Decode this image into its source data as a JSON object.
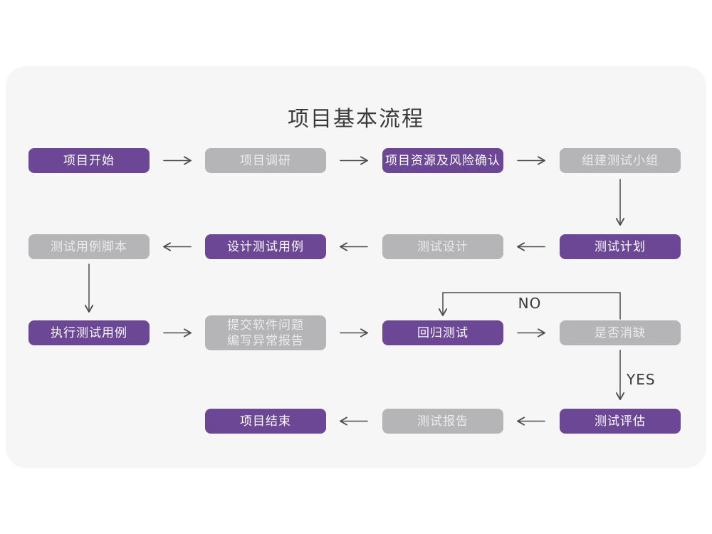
{
  "title": "项目基本流程",
  "colors": {
    "accent_purple": "#6c4796",
    "node_gray": "#b5b4b6",
    "card_background": "#f6f6f7",
    "line": "#4c4c4e"
  },
  "nodes": [
    {
      "id": "project-start",
      "label": "项目开始",
      "variant": "purple"
    },
    {
      "id": "project-research",
      "label": "项目调研",
      "variant": "gray"
    },
    {
      "id": "resource-risk",
      "label": "项目资源及风险确认",
      "variant": "purple"
    },
    {
      "id": "build-test-team",
      "label": "组建测试小组",
      "variant": "gray"
    },
    {
      "id": "case-script",
      "label": "测试用例脚本",
      "variant": "gray"
    },
    {
      "id": "design-case",
      "label": "设计测试用例",
      "variant": "purple"
    },
    {
      "id": "test-design",
      "label": "测试设计",
      "variant": "gray"
    },
    {
      "id": "test-plan",
      "label": "测试计划",
      "variant": "purple"
    },
    {
      "id": "execute-case",
      "label": "执行测试用例",
      "variant": "purple"
    },
    {
      "id": "submit-issue",
      "label": "提交软件问题\n编写异常报告",
      "variant": "gray"
    },
    {
      "id": "regression-test",
      "label": "回归测试",
      "variant": "purple"
    },
    {
      "id": "defect-cleared",
      "label": "是否消缺",
      "variant": "gray"
    },
    {
      "id": "test-evaluate",
      "label": "测试评估",
      "variant": "purple"
    },
    {
      "id": "test-report",
      "label": "测试报告",
      "variant": "gray"
    },
    {
      "id": "project-end",
      "label": "项目结束",
      "variant": "purple"
    }
  ],
  "edges": [
    {
      "from": "project-start",
      "to": "project-research"
    },
    {
      "from": "project-research",
      "to": "resource-risk"
    },
    {
      "from": "resource-risk",
      "to": "build-test-team"
    },
    {
      "from": "build-test-team",
      "to": "test-plan"
    },
    {
      "from": "test-plan",
      "to": "test-design"
    },
    {
      "from": "test-design",
      "to": "design-case"
    },
    {
      "from": "design-case",
      "to": "case-script"
    },
    {
      "from": "case-script",
      "to": "execute-case"
    },
    {
      "from": "execute-case",
      "to": "submit-issue"
    },
    {
      "from": "submit-issue",
      "to": "regression-test"
    },
    {
      "from": "regression-test",
      "to": "defect-cleared"
    },
    {
      "from": "defect-cleared",
      "to": "regression-test",
      "label": "NO"
    },
    {
      "from": "defect-cleared",
      "to": "test-evaluate",
      "label": "YES"
    },
    {
      "from": "test-evaluate",
      "to": "test-report"
    },
    {
      "from": "test-report",
      "to": "project-end"
    }
  ],
  "edge_labels": {
    "no": "NO",
    "yes": "YES"
  }
}
